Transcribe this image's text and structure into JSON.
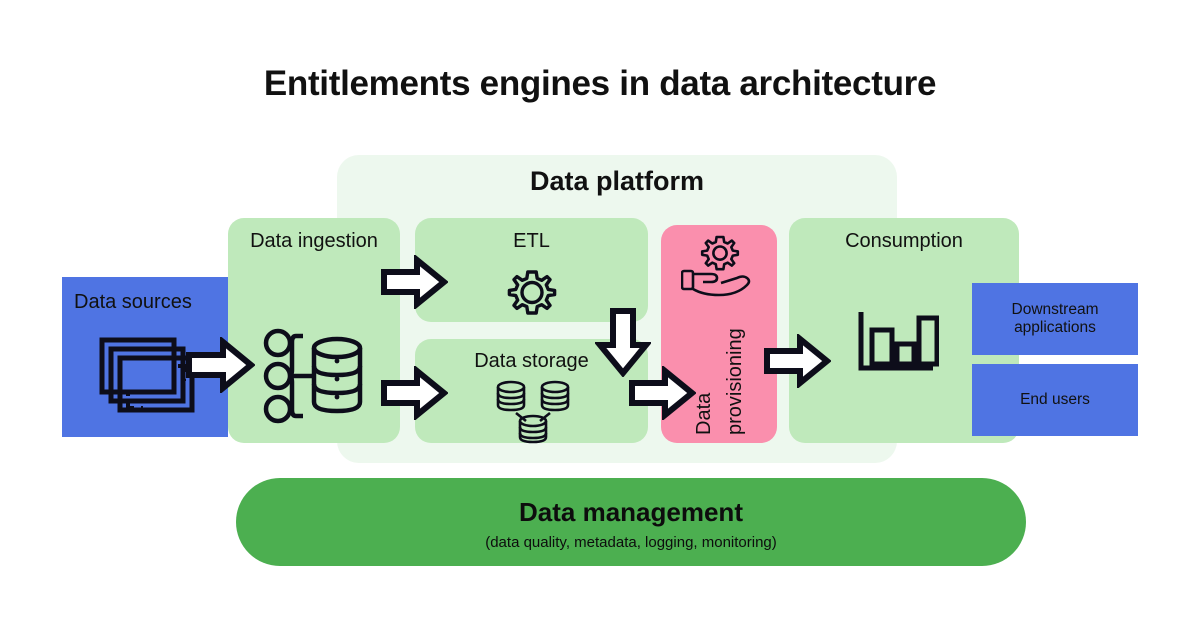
{
  "page": {
    "title": "Entitlements engines in data architecture",
    "background": "#ffffff"
  },
  "colors": {
    "blue": "#4f74e3",
    "green_box": "#bfe9bb",
    "platform_backdrop": "#edf8ee",
    "pink": "#fa8fad",
    "management_green": "#4caf50",
    "outline": "#111111",
    "arrow_fill": "#ffffff"
  },
  "platform": {
    "label": "Data platform"
  },
  "blocks": {
    "sources": {
      "label": "Data sources",
      "icon": "stacked-documents-icon"
    },
    "ingestion": {
      "label": "Data ingestion",
      "icon": "nodes-to-database-icon"
    },
    "etl": {
      "label": "ETL",
      "icon": "gear-icon"
    },
    "storage": {
      "label": "Data storage",
      "icon": "database-cluster-icon"
    },
    "provisioning": {
      "label_line_1": "Data",
      "label_line_2": "provisioning",
      "icon": "hand-holding-gear-icon"
    },
    "consumption": {
      "label": "Consumption",
      "icon": "bar-chart-icon"
    },
    "downstream": {
      "label": "Downstream applications"
    },
    "end_users": {
      "label": "End users"
    }
  },
  "arrows": [
    {
      "name": "arrow-sources-to-ingestion",
      "direction": "right"
    },
    {
      "name": "arrow-ingestion-to-etl",
      "direction": "right"
    },
    {
      "name": "arrow-ingestion-to-storage",
      "direction": "right"
    },
    {
      "name": "arrow-etl-to-storage",
      "direction": "down"
    },
    {
      "name": "arrow-storage-to-provisioning",
      "direction": "right"
    },
    {
      "name": "arrow-provisioning-to-consumption",
      "direction": "right"
    }
  ],
  "management": {
    "title": "Data management",
    "subtitle": "(data quality, metadata, logging, monitoring)"
  }
}
